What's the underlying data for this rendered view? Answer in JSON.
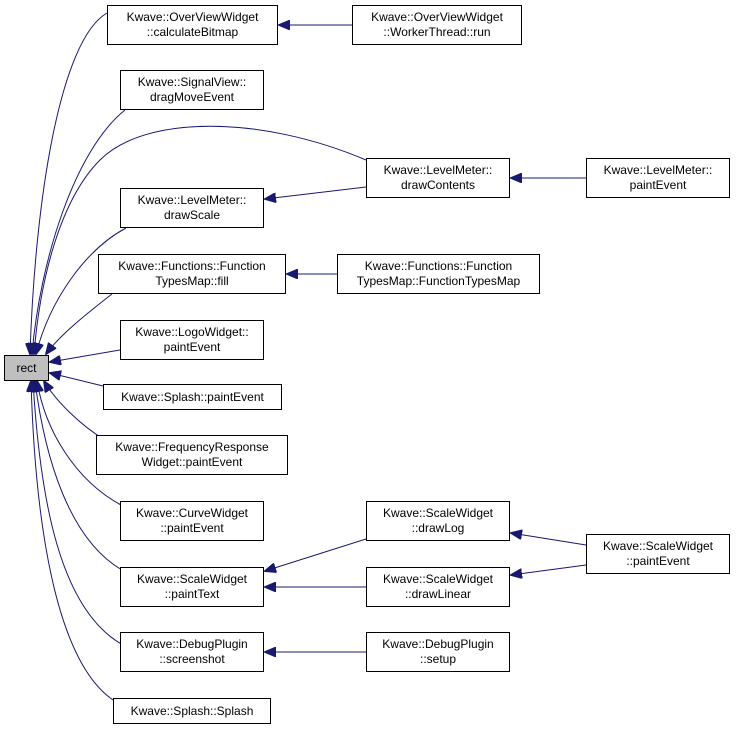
{
  "colors": {
    "edge": "#191970",
    "border": "#000000",
    "root_fill": "#bfbfbf",
    "node_fill": "#ffffff"
  },
  "nodes": {
    "rect": [
      "rect"
    ],
    "ov_calc": [
      "Kwave::OverViewWidget",
      "::calculateBitmap"
    ],
    "ov_run": [
      "Kwave::OverViewWidget",
      "::WorkerThread::run"
    ],
    "sv_drag": [
      "Kwave::SignalView::",
      "dragMoveEvent"
    ],
    "lm_drawcontents": [
      "Kwave::LevelMeter::",
      "drawContents"
    ],
    "lm_paint": [
      "Kwave::LevelMeter::",
      "paintEvent"
    ],
    "lm_drawscale": [
      "Kwave::LevelMeter::",
      "drawScale"
    ],
    "fn_fill": [
      "Kwave::Functions::Function",
      "TypesMap::fill"
    ],
    "fn_ctor": [
      "Kwave::Functions::Function",
      "TypesMap::FunctionTypesMap"
    ],
    "logo_paint": [
      "Kwave::LogoWidget::",
      "paintEvent"
    ],
    "splash_paint": [
      "Kwave::Splash::paintEvent"
    ],
    "freq_paint": [
      "Kwave::FrequencyResponse",
      "Widget::paintEvent"
    ],
    "curve_paint": [
      "Kwave::CurveWidget",
      "::paintEvent"
    ],
    "sw_drawlog": [
      "Kwave::ScaleWidget",
      "::drawLog"
    ],
    "sw_paint": [
      "Kwave::ScaleWidget",
      "::paintEvent"
    ],
    "sw_painttext": [
      "Kwave::ScaleWidget",
      "::paintText"
    ],
    "sw_drawlinear": [
      "Kwave::ScaleWidget",
      "::drawLinear"
    ],
    "dbg_shot": [
      "Kwave::DebugPlugin",
      "::screenshot"
    ],
    "dbg_setup": [
      "Kwave::DebugPlugin",
      "::setup"
    ],
    "splash_ctor": [
      "Kwave::Splash::Splash"
    ]
  },
  "edges": [
    [
      "ov_calc",
      "rect"
    ],
    [
      "sv_drag",
      "rect"
    ],
    [
      "lm_drawcontents",
      "rect"
    ],
    [
      "lm_drawscale",
      "rect"
    ],
    [
      "fn_fill",
      "rect"
    ],
    [
      "logo_paint",
      "rect"
    ],
    [
      "splash_paint",
      "rect"
    ],
    [
      "freq_paint",
      "rect"
    ],
    [
      "curve_paint",
      "rect"
    ],
    [
      "sw_painttext",
      "rect"
    ],
    [
      "dbg_shot",
      "rect"
    ],
    [
      "splash_ctor",
      "rect"
    ],
    [
      "ov_run",
      "ov_calc"
    ],
    [
      "lm_paint",
      "lm_drawcontents"
    ],
    [
      "lm_drawcontents",
      "lm_drawscale"
    ],
    [
      "fn_ctor",
      "fn_fill"
    ],
    [
      "sw_drawlog",
      "sw_painttext"
    ],
    [
      "sw_drawlinear",
      "sw_painttext"
    ],
    [
      "sw_paint",
      "sw_drawlog"
    ],
    [
      "sw_paint",
      "sw_drawlinear"
    ],
    [
      "dbg_setup",
      "dbg_shot"
    ]
  ]
}
